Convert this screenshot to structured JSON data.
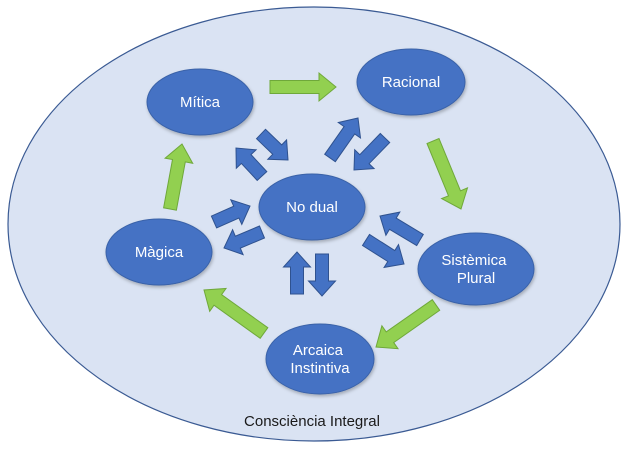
{
  "caption": "Consciència Integral",
  "colors": {
    "outer_fill": "#dae3f3",
    "outer_stroke": "#3a5a93",
    "node_fill": "#4472c4",
    "node_stroke": "#3a62a8",
    "green_arrow": "#92d050",
    "green_arrow_stroke": "#6fa83a",
    "blue_arrow": "#4472c4",
    "blue_arrow_stroke": "#2f528f",
    "node_text": "#ffffff"
  },
  "nodes": {
    "mitica": {
      "lines": [
        "Mítica"
      ]
    },
    "racional": {
      "lines": [
        "Racional"
      ]
    },
    "no_dual": {
      "lines": [
        "No dual"
      ]
    },
    "magica": {
      "lines": [
        "Màgica"
      ]
    },
    "sistemica": {
      "lines": [
        "Sistèmica",
        "Plural"
      ]
    },
    "arcaica": {
      "lines": [
        "Arcaica",
        "Instintiva"
      ]
    }
  },
  "cycle": [
    "arcaica",
    "magica",
    "mitica",
    "racional",
    "sistemica"
  ],
  "hub": "no_dual"
}
